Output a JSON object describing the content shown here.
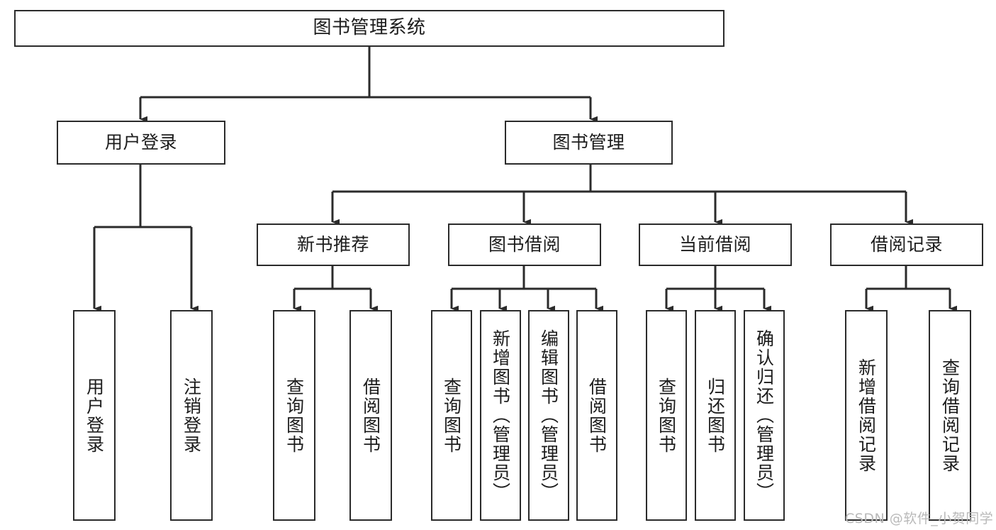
{
  "diagram": {
    "type": "tree",
    "title": "图书管理系统",
    "orientation": "top-down",
    "style": {
      "box_stroke": "#2b2b2b",
      "box_fill": "#ffffff",
      "line_color": "#2b2b2b",
      "text_color": "#1c1c1c",
      "background": "#ffffff"
    },
    "nodes": {
      "root": {
        "label": "图书管理系统",
        "level": 0
      },
      "user_login": {
        "label": "用户登录",
        "level": 1
      },
      "book_manage": {
        "label": "图书管理",
        "level": 1
      },
      "new_book_rec": {
        "label": "新书推荐",
        "level": 2
      },
      "book_borrow": {
        "label": "图书借阅",
        "level": 2
      },
      "current_borrow": {
        "label": "当前借阅",
        "level": 2
      },
      "borrow_record": {
        "label": "借阅记录",
        "level": 2
      },
      "leaf_user_login": {
        "label": "用户登录",
        "level": 2,
        "vertical": true
      },
      "leaf_logout": {
        "label": "注销登录",
        "level": 2,
        "vertical": true
      },
      "leaf_query_book_1": {
        "label": "查询图书",
        "level": 3,
        "vertical": true
      },
      "leaf_borrow_book_1": {
        "label": "借阅图书",
        "level": 3,
        "vertical": true
      },
      "leaf_query_book_2": {
        "label": "查询图书",
        "level": 3,
        "vertical": true
      },
      "leaf_add_book": {
        "label": "新增图书（管理员）",
        "level": 3,
        "vertical": true
      },
      "leaf_edit_book": {
        "label": "编辑图书（管理员）",
        "level": 3,
        "vertical": true
      },
      "leaf_borrow_book_2": {
        "label": "借阅图书",
        "level": 3,
        "vertical": true
      },
      "leaf_query_book_3": {
        "label": "查询图书",
        "level": 3,
        "vertical": true
      },
      "leaf_return_book": {
        "label": "归还图书",
        "level": 3,
        "vertical": true
      },
      "leaf_confirm_return": {
        "label": "确认归还（管理员）",
        "level": 3,
        "vertical": true
      },
      "leaf_add_record": {
        "label": "新增借阅记录",
        "level": 3,
        "vertical": true
      },
      "leaf_query_record": {
        "label": "查询借阅记录",
        "level": 3,
        "vertical": true
      }
    },
    "edges": [
      {
        "from": "root",
        "to": "user_login"
      },
      {
        "from": "root",
        "to": "book_manage"
      },
      {
        "from": "user_login",
        "to": "leaf_user_login"
      },
      {
        "from": "user_login",
        "to": "leaf_logout"
      },
      {
        "from": "book_manage",
        "to": "new_book_rec"
      },
      {
        "from": "book_manage",
        "to": "book_borrow"
      },
      {
        "from": "book_manage",
        "to": "current_borrow"
      },
      {
        "from": "book_manage",
        "to": "borrow_record"
      },
      {
        "from": "new_book_rec",
        "to": "leaf_query_book_1"
      },
      {
        "from": "new_book_rec",
        "to": "leaf_borrow_book_1"
      },
      {
        "from": "book_borrow",
        "to": "leaf_query_book_2"
      },
      {
        "from": "book_borrow",
        "to": "leaf_add_book"
      },
      {
        "from": "book_borrow",
        "to": "leaf_edit_book"
      },
      {
        "from": "book_borrow",
        "to": "leaf_borrow_book_2"
      },
      {
        "from": "current_borrow",
        "to": "leaf_query_book_3"
      },
      {
        "from": "current_borrow",
        "to": "leaf_return_book"
      },
      {
        "from": "current_borrow",
        "to": "leaf_confirm_return"
      },
      {
        "from": "borrow_record",
        "to": "leaf_add_record"
      },
      {
        "from": "borrow_record",
        "to": "leaf_query_record"
      }
    ]
  },
  "watermark": {
    "text": "CSDN @软件_小贺同学"
  }
}
